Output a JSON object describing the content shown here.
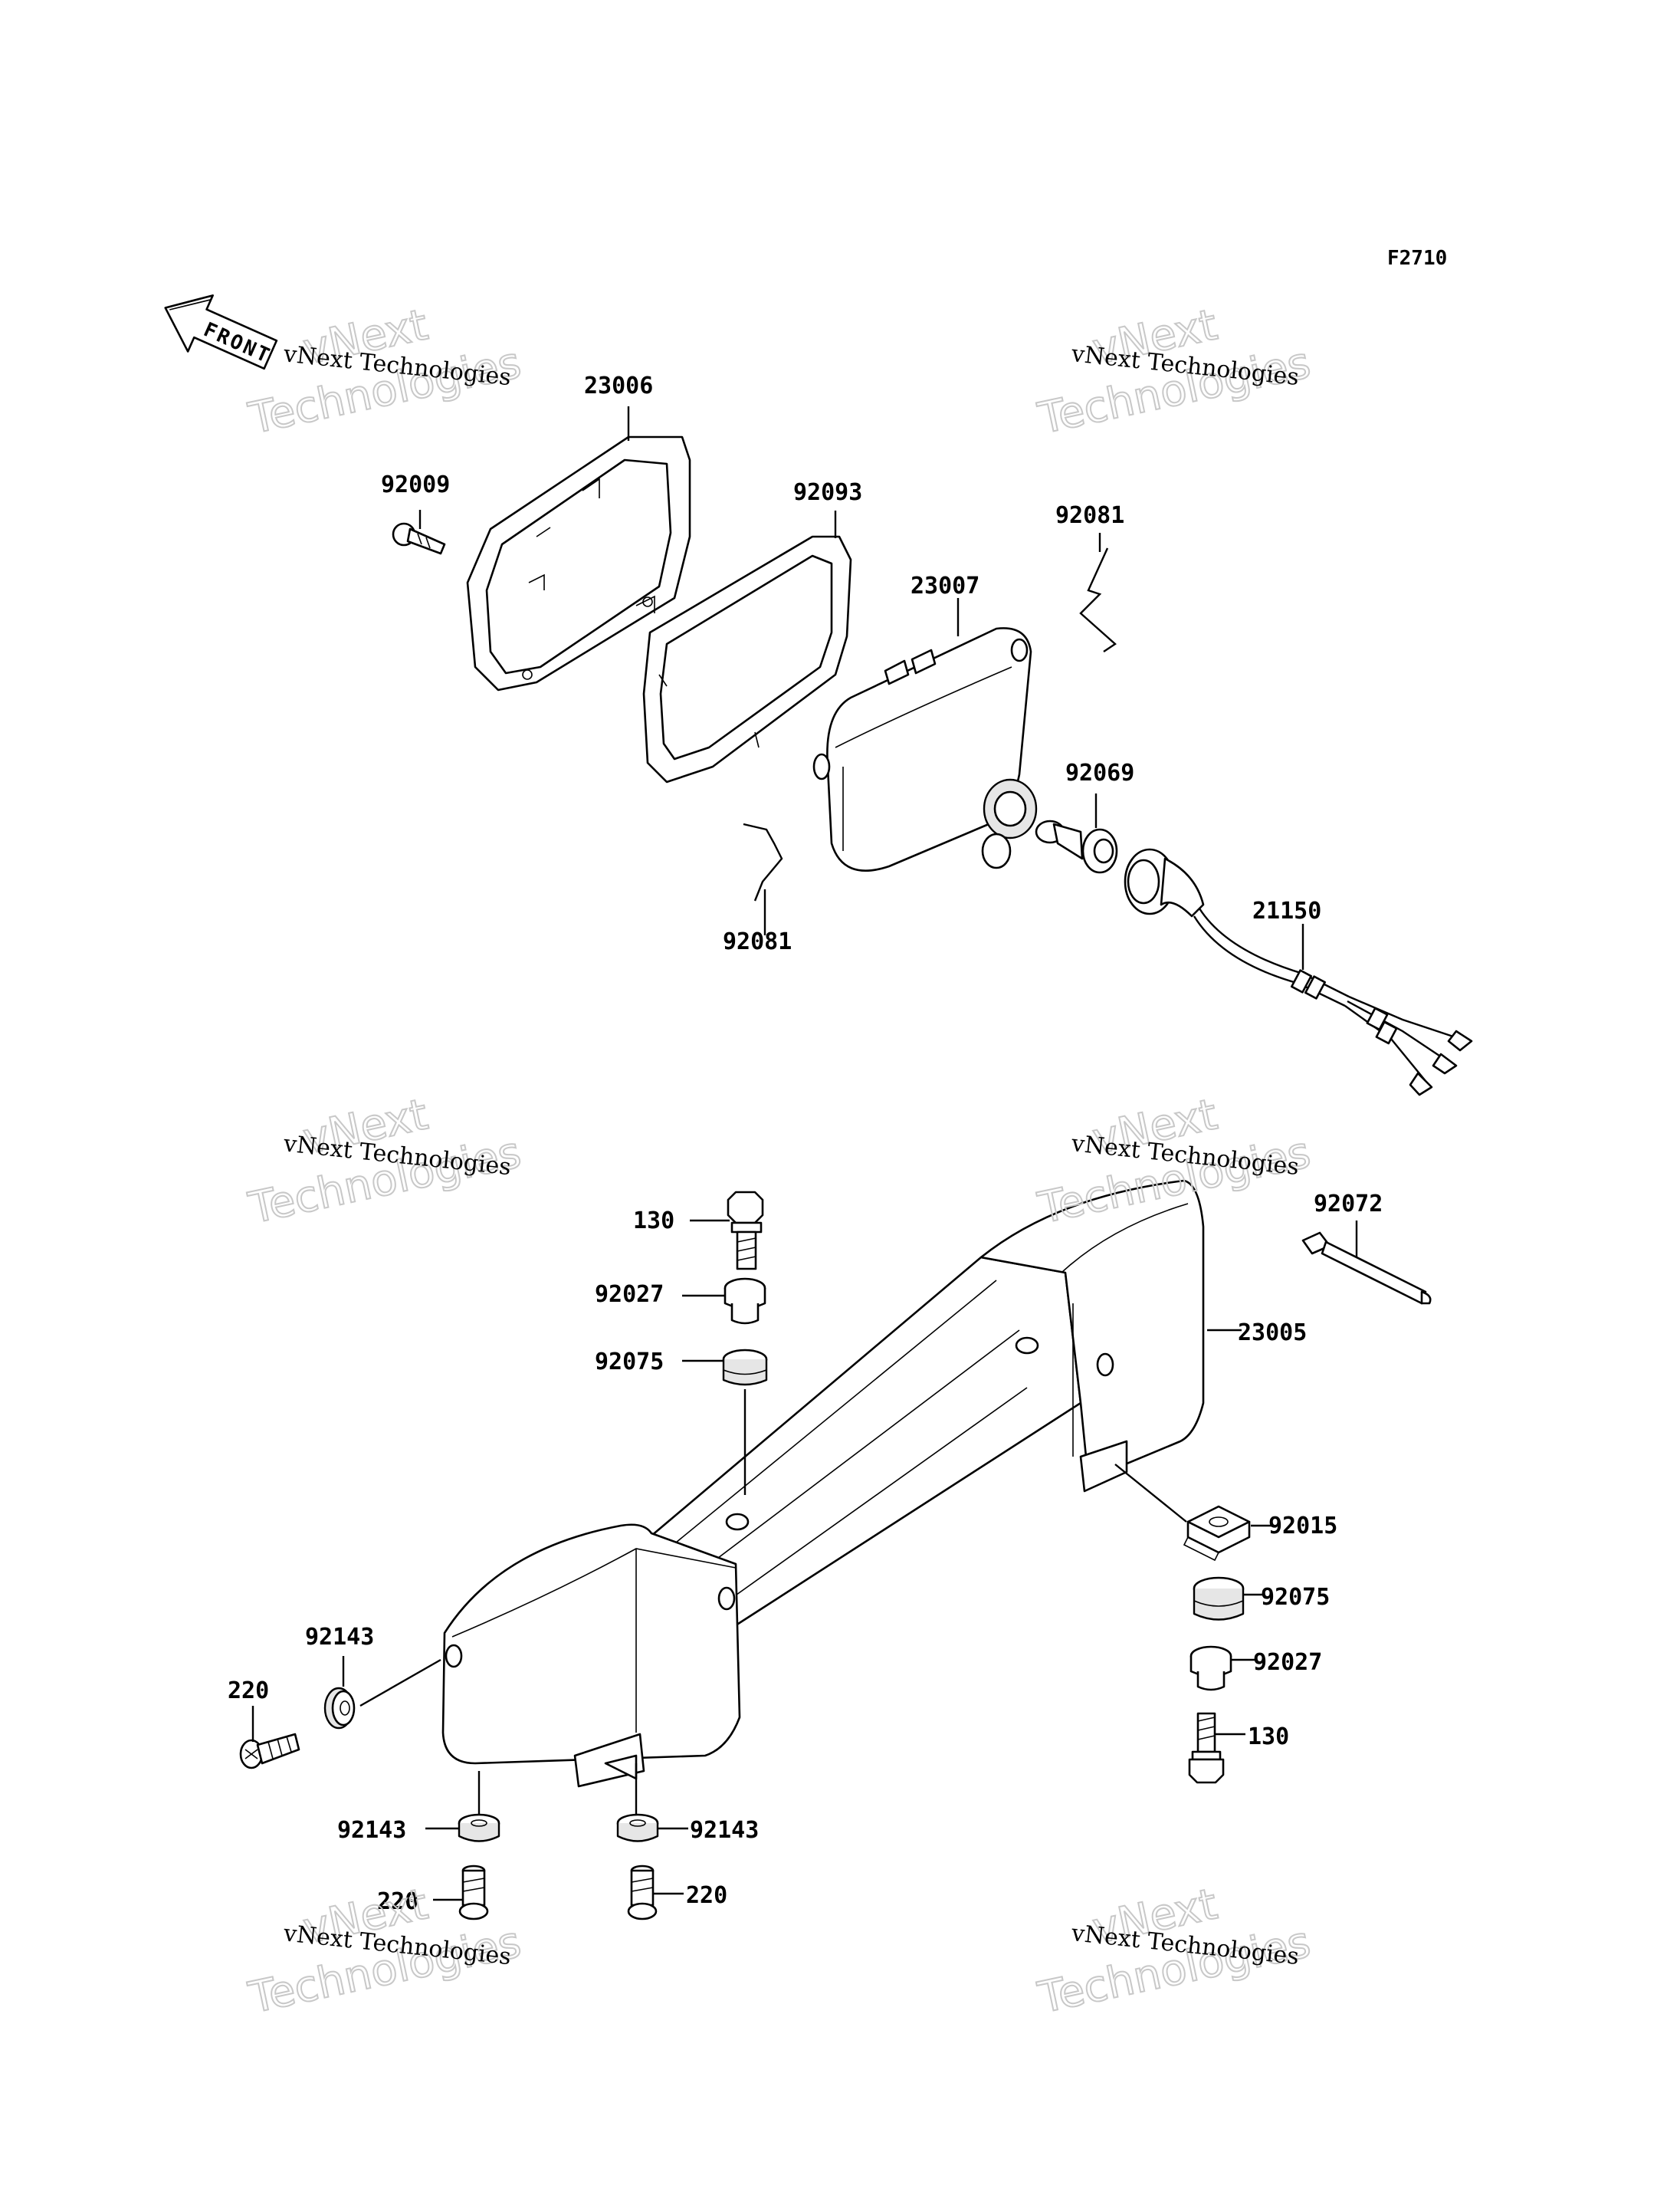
{
  "figure_code": "F2710",
  "front_arrow_label": "FRONT",
  "watermark": {
    "small_text": "vNext Technologies",
    "big_line1": "vNext",
    "big_line2": "Technologies"
  },
  "labels": {
    "p23006": "23006",
    "p92009": "92009",
    "p92093": "92093",
    "p92081_top": "92081",
    "p23007": "23007",
    "p92069": "92069",
    "p92081_bottom": "92081",
    "p21150": "21150",
    "p130_top": "130",
    "p92027_top": "92027",
    "p92075_top": "92075",
    "p92072": "92072",
    "p23005": "23005",
    "p92015": "92015",
    "p92075_right": "92075",
    "p92027_right": "92027",
    "p130_right": "130",
    "p92143_left": "92143",
    "p220_left": "220",
    "p92143_bl": "92143",
    "p92143_bm": "92143",
    "p220_bl": "220",
    "p220_bm": "220"
  }
}
